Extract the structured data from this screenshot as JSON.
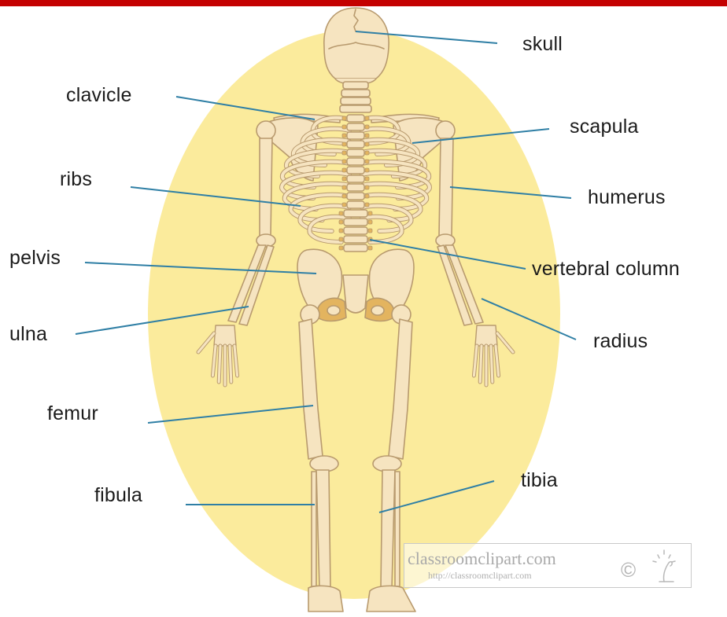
{
  "colors": {
    "top_bar": "#c40000",
    "background_ellipse": "#fbeb9c",
    "bone_fill": "#f6e4c0",
    "bone_stroke": "#b89a6e",
    "bone_accent": "#e3b45f",
    "leader_line": "#2f7fa5",
    "label_text": "#1b1b1b"
  },
  "labels": {
    "skull": "skull",
    "clavicle": "clavicle",
    "scapula": "scapula",
    "ribs": "ribs",
    "humerus": "humerus",
    "pelvis": "pelvis",
    "vertebral_column": "vertebral column",
    "ulna": "ulna",
    "radius": "radius",
    "femur": "femur",
    "fibula": "fibula",
    "tibia": "tibia"
  },
  "watermark": {
    "site": "classroomclipart.com",
    "url": "http://classroomclipart.com",
    "copyright_symbol": "©"
  }
}
